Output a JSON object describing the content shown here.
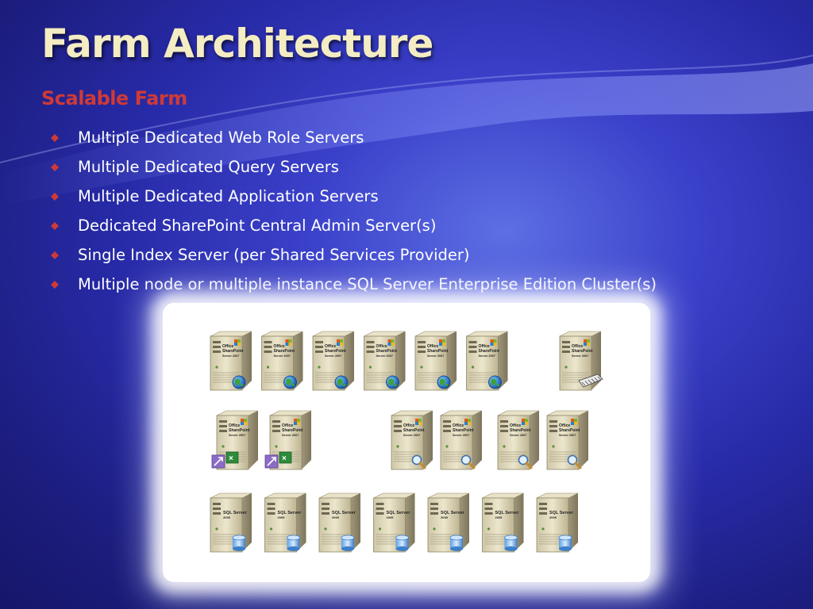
{
  "slide": {
    "title": "Farm Architecture",
    "subtitle": "Scalable Farm",
    "bullets": [
      "Multiple Dedicated Web Role Servers",
      "Multiple Dedicated Query Servers",
      "Multiple Dedicated Application Servers",
      "Dedicated SharePoint Central Admin Server(s)",
      "Single Index Server (per Shared Services Provider)",
      "Multiple node or multiple instance SQL Server Enterprise Edition Cluster(s)"
    ],
    "colors": {
      "title": "#f4ecc2",
      "subtitle": "#cf3a36",
      "bullet": "#cf3a36",
      "text": "#ffffff"
    }
  },
  "diagram": {
    "sharepoint_label": [
      "Office",
      "SharePoint",
      "Server 2007"
    ],
    "sql_label": [
      "SQL Server",
      "2005"
    ],
    "rows": [
      {
        "role": "web-role",
        "icon": "globe-icon",
        "servers": 6
      },
      {
        "role": "index",
        "icon": "keyboard-icon",
        "servers": 1
      },
      {
        "role": "application",
        "icon": "excel-services-icon",
        "servers": 2
      },
      {
        "role": "query",
        "icon": "magnifier-icon",
        "servers": 4
      },
      {
        "role": "sql",
        "icon": "database-icon",
        "servers": 7
      }
    ]
  }
}
